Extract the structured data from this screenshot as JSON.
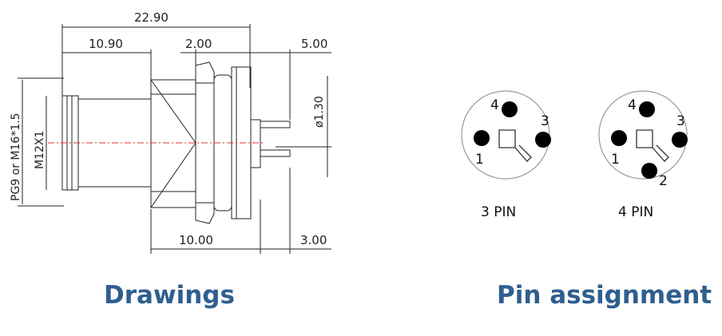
{
  "drawing": {
    "dims": {
      "overall_length": "22.90",
      "body_length": "10.90",
      "nut_width": "2.00",
      "pin_length": "5.00",
      "pin_diameter": "ø1.30",
      "thread_length": "10.00",
      "pin_tail": "3.00",
      "thread_outer": "PG9  or  M16*1.5",
      "thread_inner": "M12X1"
    },
    "colors": {
      "line": "#222222",
      "centerline": "#e03030"
    }
  },
  "pins": [
    {
      "label": "3 PIN",
      "numbers": [
        "4",
        "1",
        "3"
      ]
    },
    {
      "label": "4 PIN",
      "numbers": [
        "4",
        "3",
        "1",
        "2"
      ]
    }
  ],
  "captions": {
    "left": "Drawings",
    "right": "Pin assignment",
    "color": "#2f5f8f"
  }
}
